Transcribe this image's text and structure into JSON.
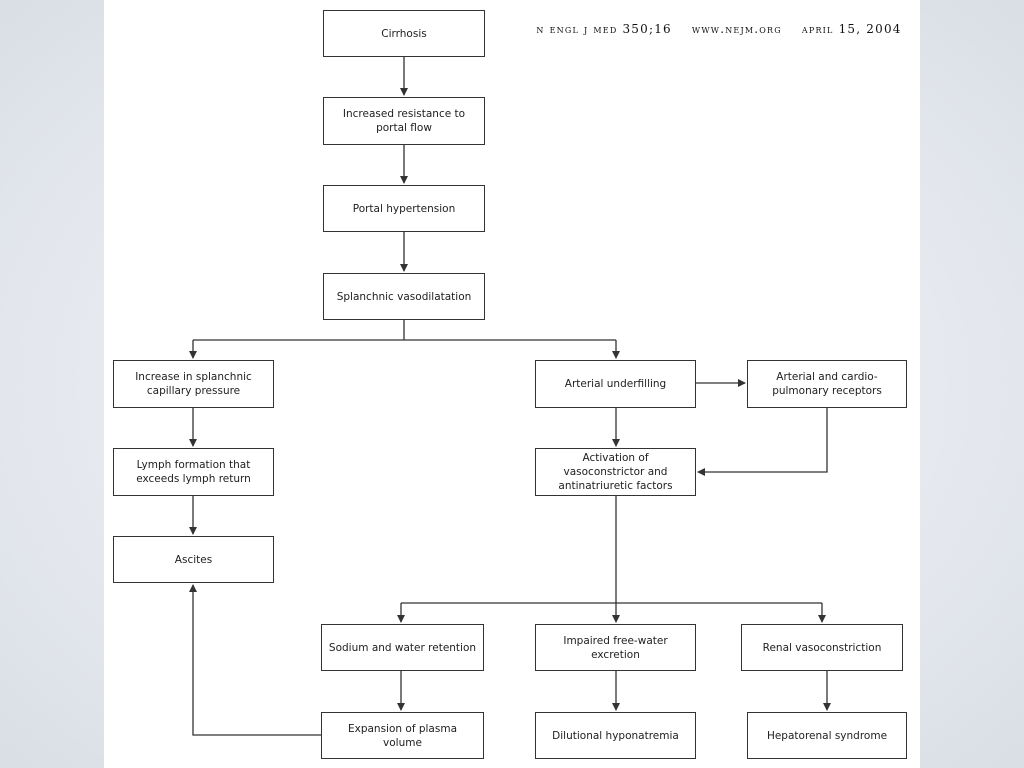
{
  "header": {
    "citation": "n engl j med 350;16    www.nejm.org    april 15, 2004"
  },
  "nodes": {
    "cirrhosis": "Cirrhosis",
    "resistance": "Increased resistance to portal flow",
    "portal_hypertension": "Portal hypertension",
    "splanchnic_vasodilatation": "Splanchnic vasodilatation",
    "capillary_pressure": "Increase in splanchnic capillary pressure",
    "lymph_formation": "Lymph formation that exceeds lymph return",
    "ascites": "Ascites",
    "arterial_underfilling": "Arterial underfilling",
    "receptors": "Arterial and cardio-pulmonary receptors",
    "activation": "Activation of vasoconstrictor and antinatriuretic factors",
    "sodium_retention": "Sodium and water retention",
    "free_water": "Impaired free-water excretion",
    "renal_vasoconstriction": "Renal vasoconstriction",
    "plasma_volume": "Expansion of plasma volume",
    "hyponatremia": "Dilutional hyponatremia",
    "hepatorenal": "Hepatorenal syndrome"
  },
  "colors": {
    "border": "#333333",
    "text": "#1e1e1e",
    "background": "#e3e7ed"
  }
}
